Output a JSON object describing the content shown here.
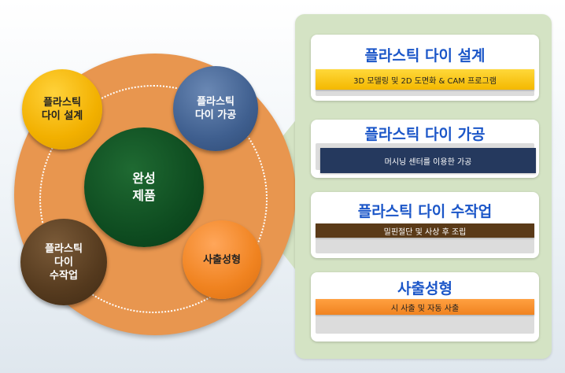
{
  "diagram": {
    "center": "완성\n제품",
    "nodes": {
      "top_left": "플라스틱\n다이 설계",
      "top_right": "플라스틱\n다이 가공",
      "bottom_left": "플라스틱\n다이\n수작업",
      "bottom_right": "사출성형"
    }
  },
  "cards": [
    {
      "title": "플라스틱 다이 설계",
      "detail": "3D 모델링 및 2D 도면화 & CAM 프로그램"
    },
    {
      "title": "플라스틱 다이 가공",
      "detail": "머시닝 센터를 이용한 가공"
    },
    {
      "title": "플라스틱 다이 수작업",
      "detail": "밀핀절단 및 사상 후 조립"
    },
    {
      "title": "사출성형",
      "detail": "시 사출 및 자동 사출"
    }
  ],
  "colors": {
    "big_circle": "#e8964f",
    "center": "#0d4a1f",
    "design": "#f2b000",
    "machining": "#3f5f8f",
    "manual": "#553a1e",
    "injection": "#f08320",
    "panel": "#d4e3c4",
    "title": "#1b56c8"
  }
}
